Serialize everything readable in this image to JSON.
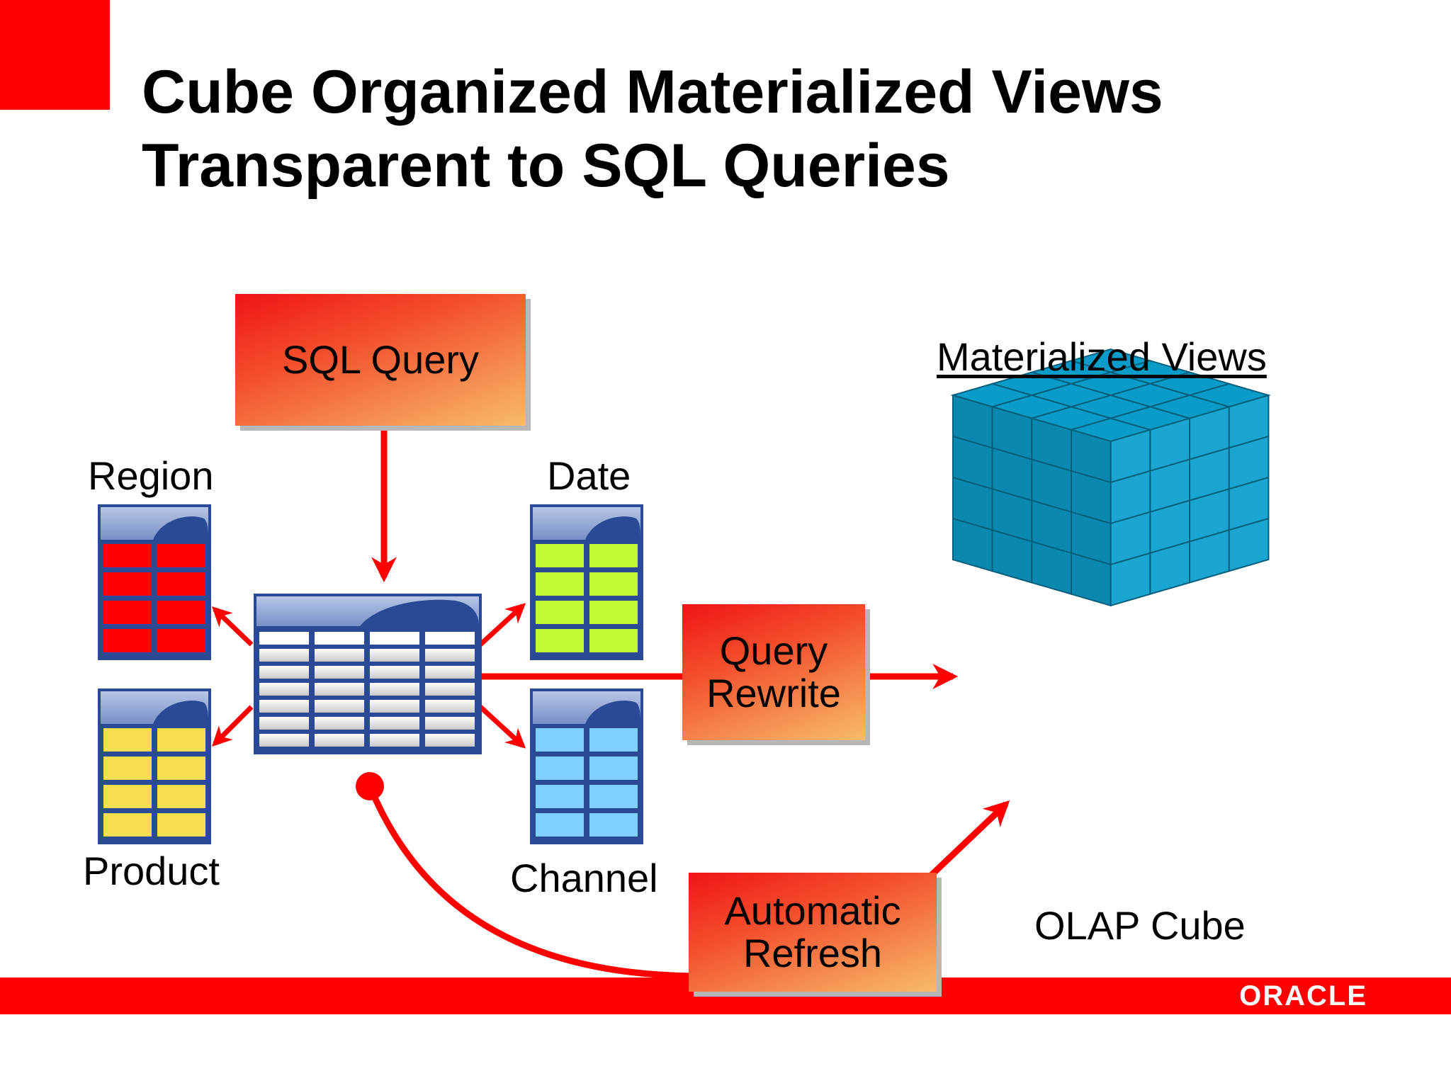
{
  "slide": {
    "title_lines": [
      "Cube Organized Materialized Views",
      "Transparent to SQL Queries"
    ],
    "section_heading": "Materialized Views"
  },
  "boxes": {
    "sql_query": "SQL Query",
    "query_rewrite": [
      "Query",
      "Rewrite"
    ],
    "automatic_refresh": [
      "Automatic",
      "Refresh"
    ]
  },
  "tables": {
    "region": {
      "label": "Region",
      "color": "#ff0000"
    },
    "product": {
      "label": "Product",
      "color": "#fadc50"
    },
    "date": {
      "label": "Date",
      "color": "#c0fa32"
    },
    "channel": {
      "label": "Channel",
      "color": "#80d0ff"
    }
  },
  "cube": {
    "label": "OLAP Cube",
    "color": "#0a9cc8"
  },
  "colors": {
    "accent": "#ff0000",
    "table_frame": "#2a4a96",
    "table_header": "#8aa3d0"
  },
  "footer": {
    "logo_text": "ORACLE"
  }
}
